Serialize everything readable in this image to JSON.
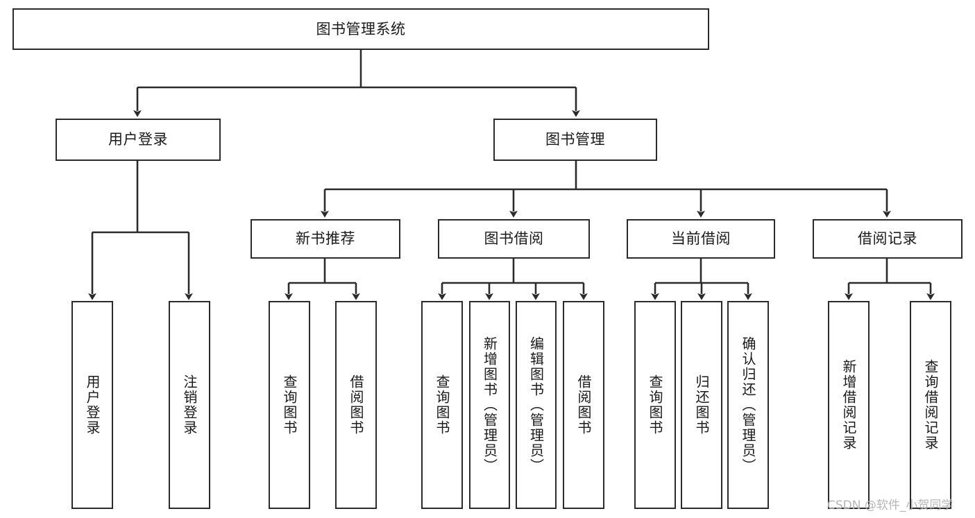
{
  "diagram": {
    "type": "tree",
    "title": "图书管理系统",
    "watermark": "CSDN @软件_小贺同学",
    "colors": {
      "box_border": "#2b2b2b",
      "box_fill": "#ffffff",
      "line": "#2b2b2b",
      "text": "#1a1a1a",
      "watermark": "#b6b6b6"
    },
    "nodes": {
      "root": "图书管理系统",
      "level2": {
        "user_login": "用户登录",
        "book_manage": "图书管理"
      },
      "level3": {
        "new_book_rec": "新书推荐",
        "book_borrow": "图书借阅",
        "current_borrow": "当前借阅",
        "borrow_record": "借阅记录"
      },
      "leaves": {
        "user_login": [
          "用户登录",
          "注销登录"
        ],
        "new_book_rec": [
          "查询图书",
          "借阅图书"
        ],
        "book_borrow": [
          "查询图书",
          "新增图书（管理员）",
          "编辑图书（管理员）",
          "借阅图书"
        ],
        "current_borrow": [
          "查询图书",
          "归还图书",
          "确认归还（管理员）"
        ],
        "borrow_record": [
          "新增借阅记录",
          "查询借阅记录"
        ]
      }
    }
  }
}
